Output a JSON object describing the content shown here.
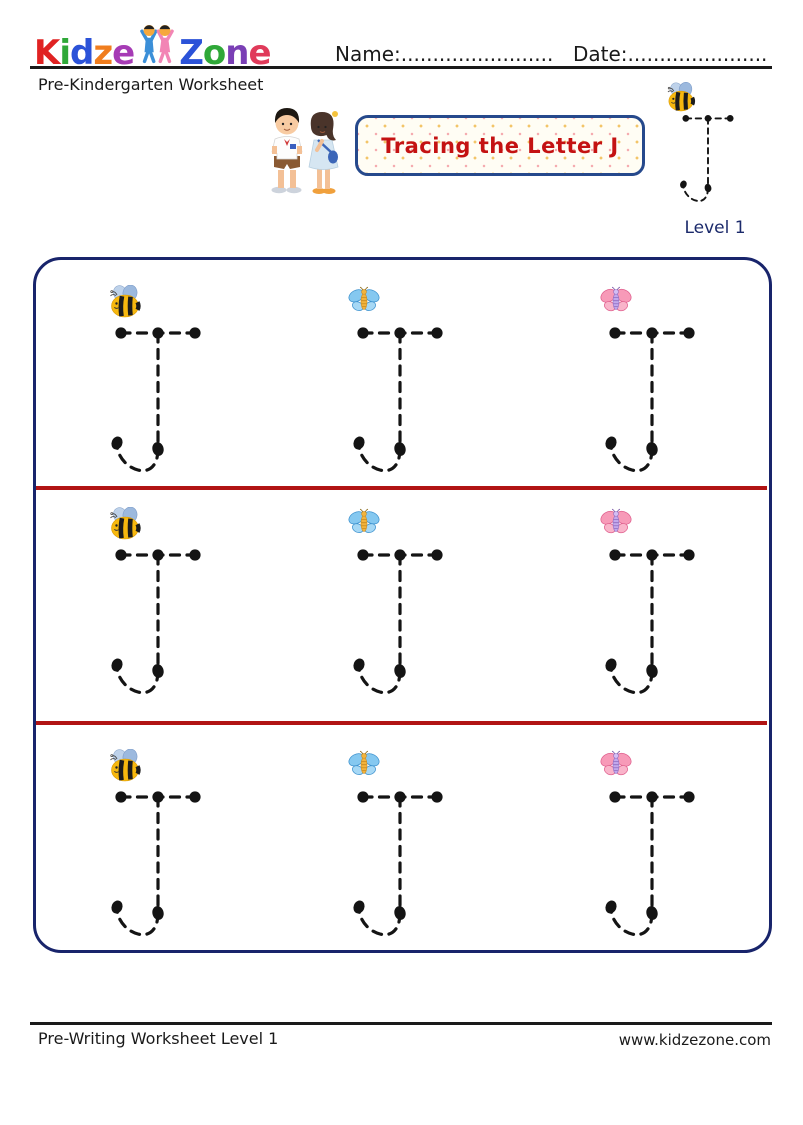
{
  "brand": {
    "name": "KidzeZone",
    "letters_part1": [
      [
        "K",
        "#e02222"
      ],
      [
        "i",
        "#2fa838"
      ],
      [
        "d",
        "#2b52d8"
      ],
      [
        "z",
        "#f07d1e"
      ],
      [
        "e",
        "#a63bb5"
      ]
    ],
    "letters_part2": [
      [
        "Z",
        "#2b52d8"
      ],
      [
        "o",
        "#2fa838"
      ],
      [
        "n",
        "#7a3fb5"
      ],
      [
        "e",
        "#e03a5a"
      ]
    ],
    "subtitle": "Pre-Kindergarten Worksheet"
  },
  "header": {
    "name_label": "Name:........................",
    "date_label": "Date:......................"
  },
  "title": {
    "text": "Tracing the Letter J"
  },
  "example": {
    "insect": "bee",
    "level_label": "Level 1"
  },
  "grid": {
    "letter": "J",
    "rows": [
      {
        "cells": [
          {
            "insect": "bee"
          },
          {
            "insect": "blue-butterfly"
          },
          {
            "insect": "pink-butterfly"
          }
        ]
      },
      {
        "cells": [
          {
            "insect": "bee"
          },
          {
            "insect": "blue-butterfly"
          },
          {
            "insect": "pink-butterfly"
          }
        ]
      },
      {
        "cells": [
          {
            "insect": "bee"
          },
          {
            "insect": "blue-butterfly"
          },
          {
            "insect": "pink-butterfly"
          }
        ]
      }
    ]
  },
  "footer": {
    "left": "Pre-Writing Worksheet Level 1",
    "right": "www.kidzezone.com"
  },
  "colors": {
    "title_text": "#c41212",
    "divider": "#b11414",
    "frame_border": "#18246b",
    "level_text": "#1b2a6b",
    "trace": "#141414"
  }
}
